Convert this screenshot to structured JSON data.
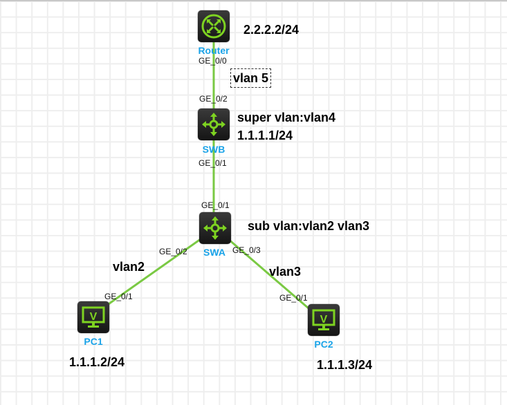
{
  "colors": {
    "link": "#7ac943",
    "device_label": "#1aa3e8",
    "icon": "#7ed321"
  },
  "devices": {
    "router": {
      "name": "Router",
      "icon": "router-icon"
    },
    "swb": {
      "name": "SWB",
      "icon": "switch-icon"
    },
    "swa": {
      "name": "SWA",
      "icon": "switch-icon"
    },
    "pc1": {
      "name": "PC1",
      "icon": "pc-icon"
    },
    "pc2": {
      "name": "PC2",
      "icon": "pc-icon"
    }
  },
  "ports": {
    "router_ge00": "GE_0/0",
    "swb_ge02": "GE_0/2",
    "swb_ge01": "GE_0/1",
    "swa_ge01": "GE_0/1",
    "swa_ge02": "GE_0/2",
    "swa_ge03": "GE_0/3",
    "pc1_ge01": "GE_0/1",
    "pc2_ge01": "GE_0/1"
  },
  "notes": {
    "router_ip": "2.2.2.2/24",
    "vlan5": "vlan 5",
    "swb_super_vlan": "super vlan:vlan4",
    "swb_ip": "1.1.1.1/24",
    "swa_sub_vlan": "sub vlan:vlan2 vlan3",
    "vlan2": "vlan2",
    "vlan3": "vlan3",
    "pc1_ip": "1.1.1.2/24",
    "pc2_ip": "1.1.1.3/24"
  }
}
